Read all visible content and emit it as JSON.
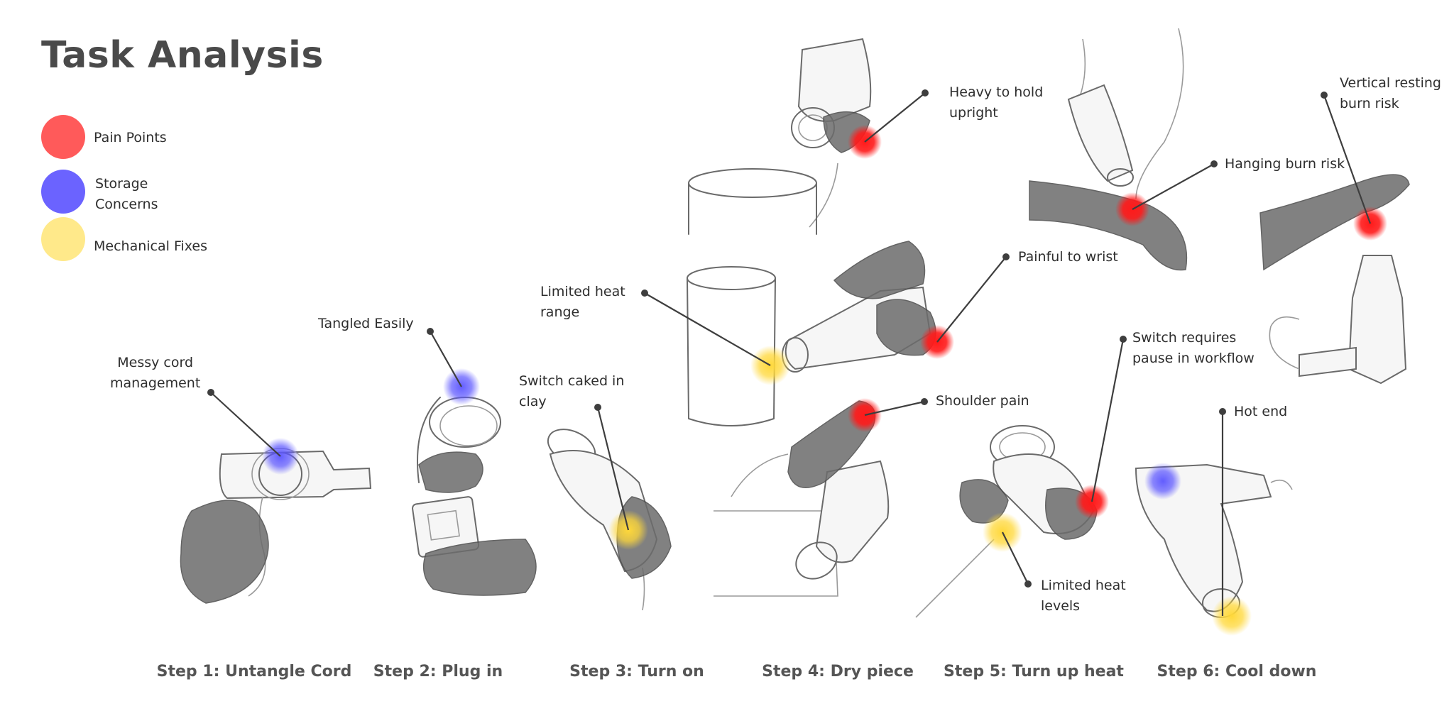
{
  "title": "Task Analysis",
  "legend": [
    {
      "label": "Pain Points",
      "color": "#ff5a5a"
    },
    {
      "label": "Storage\nConcerns",
      "color": "#6b63ff"
    },
    {
      "label": "Mechanical Fixes",
      "color": "#ffe98a"
    }
  ],
  "marker_colors": {
    "pain": "#ff1a1a",
    "storage": "#5b55ff",
    "mechanical": "#ffd83a"
  },
  "notes": {
    "messy_cord": "Messy cord\nmanagement",
    "tangled": "Tangled Easily",
    "switch_clay": "Switch caked in\nclay",
    "limited_range": "Limited heat\nrange",
    "heavy": "Heavy to hold\nupright",
    "wrist": "Painful to wrist",
    "shoulder": "Shoulder pain",
    "hanging": "Hanging burn risk",
    "vertical": "Vertical resting\nburn risk",
    "switch_pause": "Switch requires\npause in workflow",
    "limited_levels": "Limited heat\nlevels",
    "hot_end": "Hot end"
  },
  "steps": [
    "Step 1: Untangle Cord",
    "Step 2: Plug in",
    "Step 3: Turn on",
    "Step 4: Dry piece",
    "Step 5: Turn up heat",
    "Step 6: Cool down"
  ]
}
